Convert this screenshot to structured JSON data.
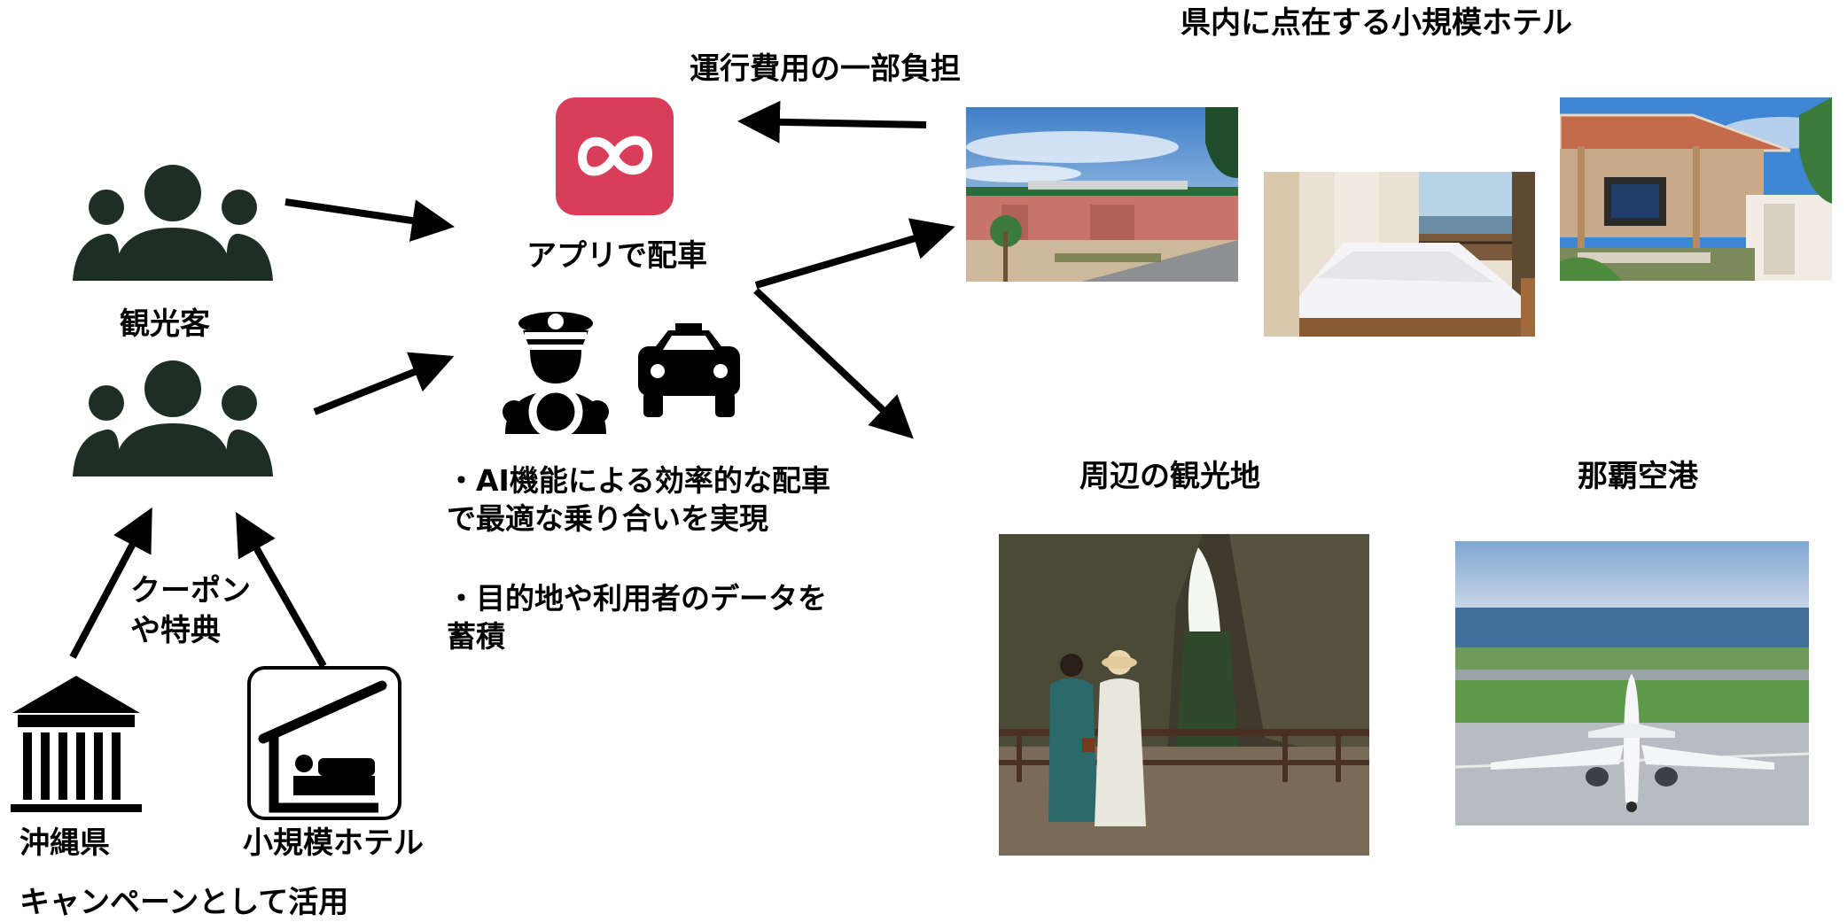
{
  "labels": {
    "tourists": "観光客",
    "app_dispatch": "アプリで配車",
    "cost_share": "運行費用の一部負担",
    "hotels_header": "県内に点在する小規模ホテル",
    "sightseeing": "周辺の観光地",
    "airport": "那覇空港",
    "coupon_line1": "クーポン",
    "coupon_line2": "や特典",
    "okinawa": "沖縄県",
    "small_hotel": "小規模ホテル",
    "campaign": "キャンペーンとして活用",
    "ai_line1": "・AI機能による効率的な配車",
    "ai_line2": "で最適な乗り合いを実現",
    "data_line1": "・目的地や利用者のデータを",
    "data_line2": "蓄積"
  },
  "icons": {
    "app": "infinity-app-icon",
    "driver": "taxi-driver-icon",
    "taxi": "taxi-car-icon",
    "group": "people-group-icon",
    "gov": "government-building-icon",
    "hotel": "hotel-bed-icon"
  },
  "colors": {
    "group_icon": "#1e2e25",
    "app_bg": "#d93d5a"
  }
}
